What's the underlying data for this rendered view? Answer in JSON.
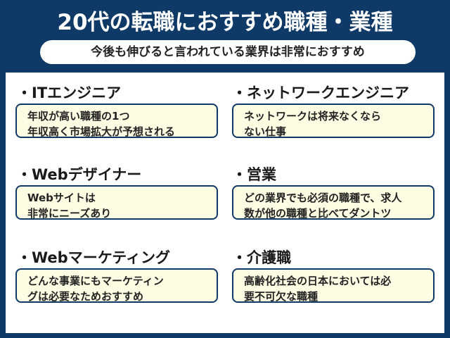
{
  "title": "20代の転職におすすめ職種・業種",
  "subtitle": "今後も伸びると言われている業界は非常におすすめ",
  "items": [
    {
      "heading": "・ITエンジニア",
      "lines": [
        "年収が高い職種の1つ",
        "年収高く市場拡大が予想される"
      ]
    },
    {
      "heading": "・ネットワークエンジニア",
      "lines": [
        "ネットワークは将来なくなら",
        "ない仕事"
      ]
    },
    {
      "heading": "・Webデザイナー",
      "lines": [
        "Webサイトは",
        "非常にニーズあり"
      ]
    },
    {
      "heading": "・営業",
      "lines": [
        "どの業界でも必須の職種で、求人",
        "数が他の職種と比べてダントツ"
      ]
    },
    {
      "heading": "・Webマーケティング",
      "lines": [
        "どんな事業にもマーケティン",
        "グは必要なためおすすめ"
      ]
    },
    {
      "heading": "・介護職",
      "lines": [
        "高齢化社会の日本においては必",
        "要不可欠な職種"
      ]
    }
  ]
}
